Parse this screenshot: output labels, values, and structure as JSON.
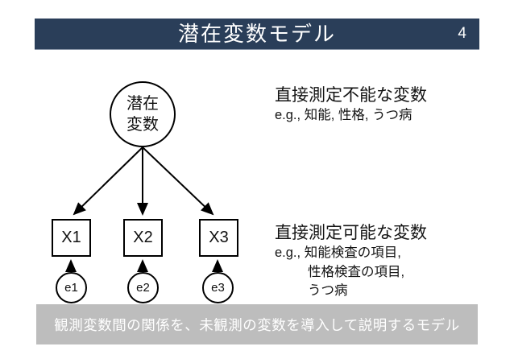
{
  "slide": {
    "title": "潜在変数モデル",
    "number": "4",
    "footer": "観測変数間の関係を、未観測の変数を導入して説明するモデル"
  },
  "diagram": {
    "latent_label": "潜在\n変数",
    "observed": [
      "X1",
      "X2",
      "X3"
    ],
    "errors": [
      "e1",
      "e2",
      "e3"
    ]
  },
  "annotations": {
    "latent_heading": "直接測定不能な変数",
    "latent_examples": "e.g., 知能, 性格, うつ病",
    "observed_heading": "直接測定可能な変数",
    "observed_examples_line1": "e.g., 知能検査の項目,",
    "observed_examples_line2": "性格検査の項目,",
    "observed_examples_line3": "うつ病"
  },
  "colors": {
    "title_bar": "#2a3e59",
    "footer_bar": "#bdbdbd",
    "stroke": "#000000",
    "background": "#ffffff"
  }
}
